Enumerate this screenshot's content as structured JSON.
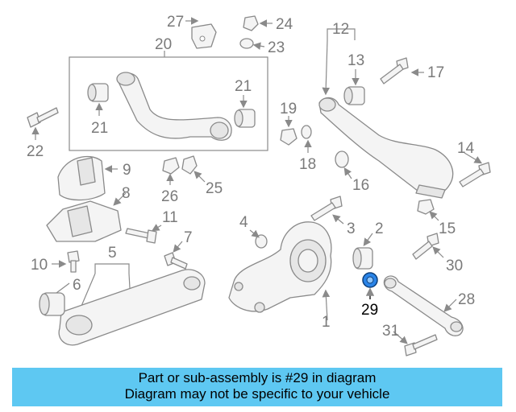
{
  "colors": {
    "banner": "#5ec8f2",
    "highlight": "#2a84e8",
    "line": "#8a8a8a"
  },
  "callouts": {
    "c1": "1",
    "c2": "2",
    "c3": "3",
    "c4": "4",
    "c5": "5",
    "c6": "6",
    "c7": "7",
    "c8": "8",
    "c9": "9",
    "c10": "10",
    "c11": "11",
    "c12": "12",
    "c13": "13",
    "c14": "14",
    "c15": "15",
    "c16": "16",
    "c17": "17",
    "c18": "18",
    "c19": "19",
    "c20": "20",
    "c21a": "21",
    "c21b": "21",
    "c22": "22",
    "c23": "23",
    "c24": "24",
    "c25": "25",
    "c26": "26",
    "c27": "27",
    "c28": "28",
    "c29": "29",
    "c30": "30",
    "c31": "31"
  },
  "banner": {
    "line1": "Part or sub-assembly is #29 in diagram",
    "line2": "Diagram may not be specific to your vehicle"
  }
}
